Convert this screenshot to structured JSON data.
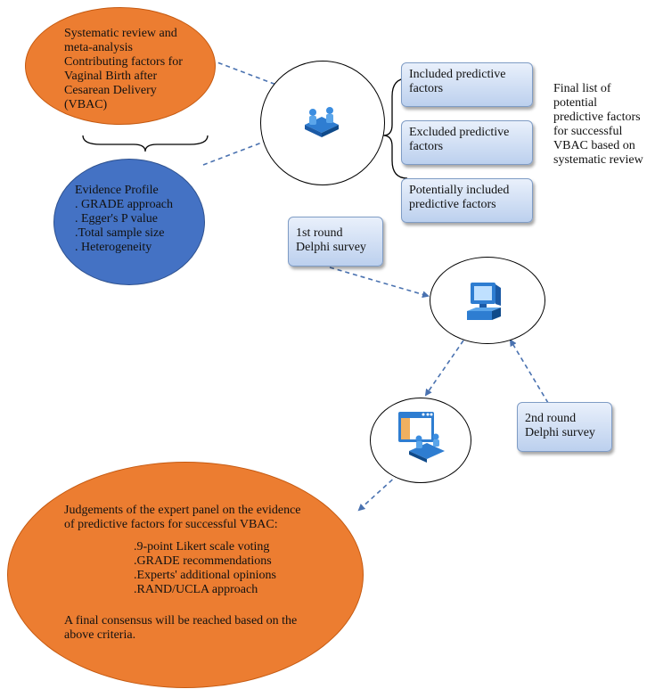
{
  "top_ellipse": {
    "lines": "Systematic review and\nmeta-analysis\nContributing factors for\nVaginal Birth after\nCesarean Delivery\n(VBAC)"
  },
  "evidence_ellipse": {
    "lines": "Evidence Profile\n. GRADE approach\n. Egger's P value\n.Total sample size\n. Heterogeneity"
  },
  "factor_boxes": [
    "Included predictive\nfactors",
    "Excluded predictive\nfactors",
    "Potentially included\npredictive factors"
  ],
  "final_list_note": "Final list of\npotential\npredictive factors\nfor successful\nVBAC based on\nsystematic review",
  "round1_box": "1st round\nDelphi survey",
  "round2_box": "2nd round\nDelphi survey",
  "judgement_ellipse": {
    "intro": "Judgements of the expert panel on the evidence\nof predictive factors for successful VBAC:",
    "criteria": ".9-point Likert scale voting\n.GRADE recommendations\n.Experts' additional opinions\n.RAND/UCLA approach",
    "conclusion": "A final consensus will be reached based on the\nabove criteria."
  },
  "icons": {
    "meeting": "meeting-people-icon",
    "computer": "computer-icon",
    "presentation": "presentation-icon"
  },
  "colors": {
    "orange": "#ec7d31",
    "blue": "#4472c4",
    "box_fill": "#c9d8f0",
    "arrow": "#4a72b0"
  }
}
